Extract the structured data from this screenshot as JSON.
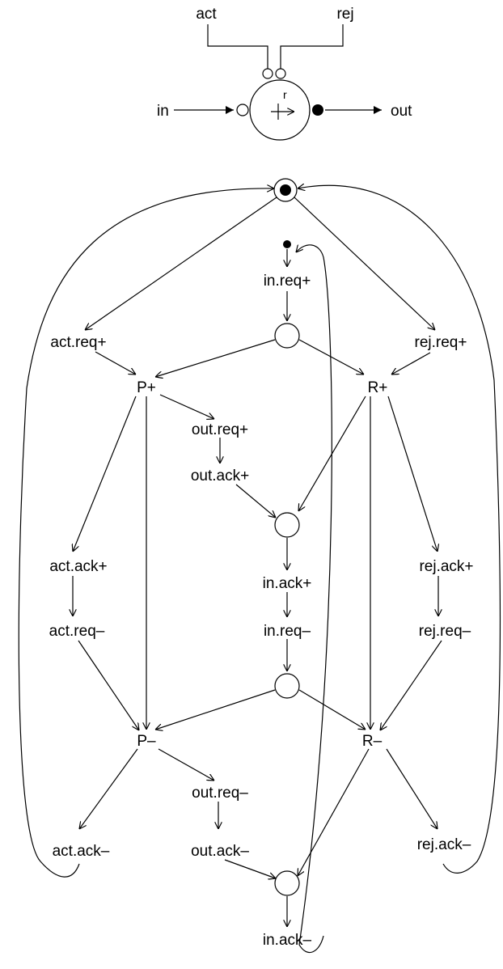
{
  "symbol": {
    "act": "act",
    "rej": "rej",
    "in": "in",
    "out": "out",
    "r": "r",
    "operator": "+>"
  },
  "transitions": {
    "in_req_plus": "in.req+",
    "act_req_plus": "act.req+",
    "rej_req_plus": "rej.req+",
    "p_plus": "P+",
    "r_plus": "R+",
    "out_req_plus": "out.req+",
    "out_ack_plus": "out.ack+",
    "act_ack_plus": "act.ack+",
    "in_ack_plus": "in.ack+",
    "rej_ack_plus": "rej.ack+",
    "act_req_minus": "act.req–",
    "in_req_minus": "in.req–",
    "rej_req_minus": "rej.req–",
    "p_minus": "P–",
    "r_minus": "R–",
    "out_req_minus": "out.req–",
    "out_ack_minus": "out.ack–",
    "act_ack_minus": "act.ack–",
    "rej_ack_minus": "rej.ack–",
    "in_ack_minus": "in.ack–"
  }
}
